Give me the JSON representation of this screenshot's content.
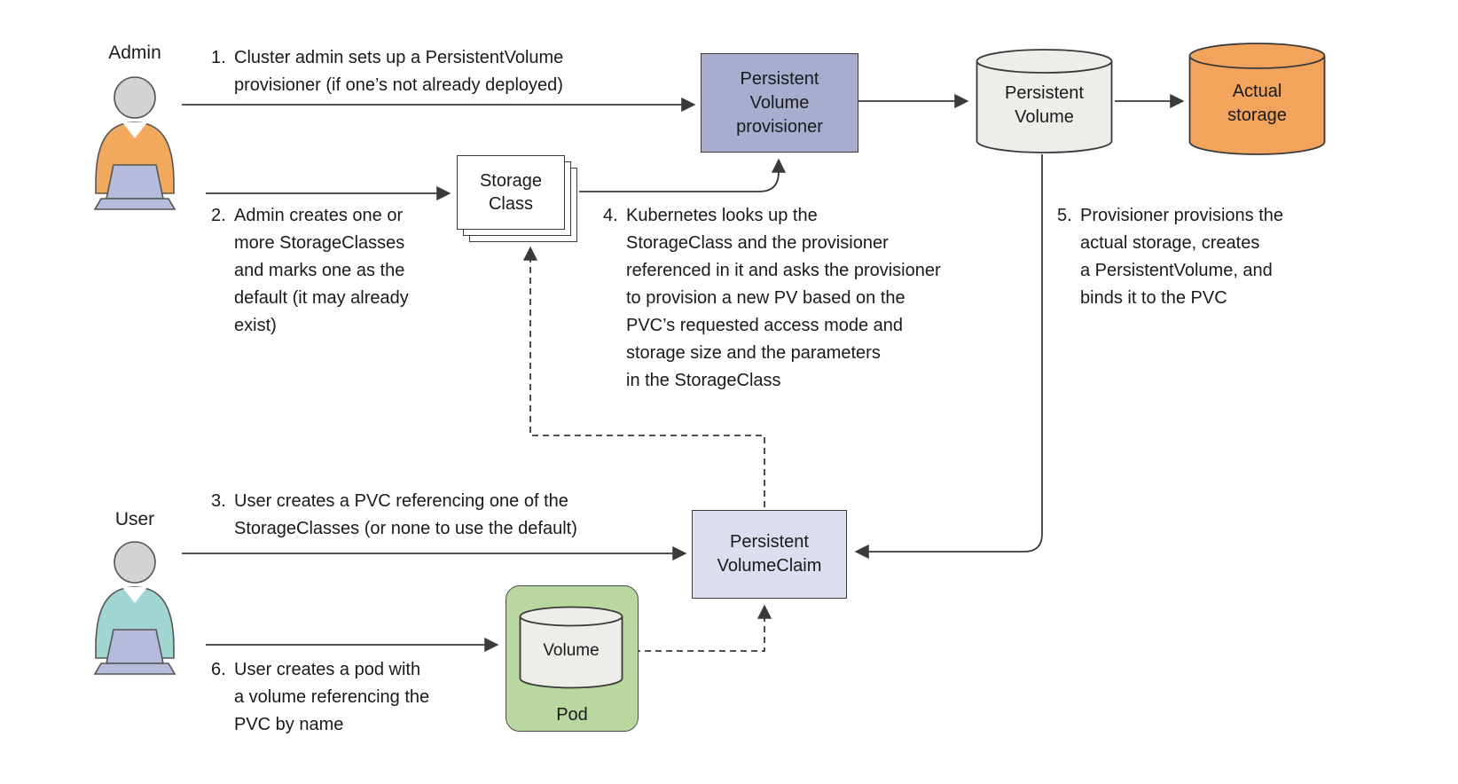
{
  "actors": {
    "admin": {
      "label": "Admin"
    },
    "user": {
      "label": "User"
    }
  },
  "nodes": {
    "provisioner": {
      "label": "Persistent\nVolume\nprovisioner"
    },
    "storage_class": {
      "label": "Storage\nClass"
    },
    "persistent_volume": {
      "label": "Persistent\nVolume"
    },
    "actual_storage": {
      "label": "Actual\nstorage"
    },
    "pvc": {
      "label": "Persistent\nVolumeClaim"
    },
    "pod": {
      "label": "Pod"
    },
    "volume": {
      "label": "Volume"
    }
  },
  "notes": [
    {
      "num": "1.",
      "text": "Cluster admin sets up a PersistentVolume\nprovisioner (if one’s not already deployed)"
    },
    {
      "num": "2.",
      "text": "Admin creates one or\nmore StorageClasses\nand marks one as the\ndefault (it may already\nexist)"
    },
    {
      "num": "3.",
      "text": "User creates a PVC referencing one of the\nStorageClasses (or none to use the default)"
    },
    {
      "num": "4.",
      "text": "Kubernetes looks up the\nStorageClass and the provisioner\nreferenced in it and asks the provisioner\nto provision a new PV based on the\nPVC’s requested access mode and\nstorage size and the parameters\nin the StorageClass"
    },
    {
      "num": "5.",
      "text": "Provisioner provisions the\nactual storage, creates\na PersistentVolume, and\nbinds it to the PVC"
    },
    {
      "num": "6.",
      "text": "User creates a pod with\na volume referencing the\nPVC by name"
    }
  ],
  "colors": {
    "provisioner_fill": "#a6adce",
    "pvc_fill": "#dbdeee",
    "pod_fill": "#b8d8a0",
    "storage_gray": "#ededea",
    "storage_orange": "#f2a45c",
    "admin_shirt": "#f2a95e",
    "user_shirt": "#9fd6d2",
    "laptop": "#b6bcdc",
    "head": "#d3d3d1",
    "line": "#3a3a3a"
  }
}
